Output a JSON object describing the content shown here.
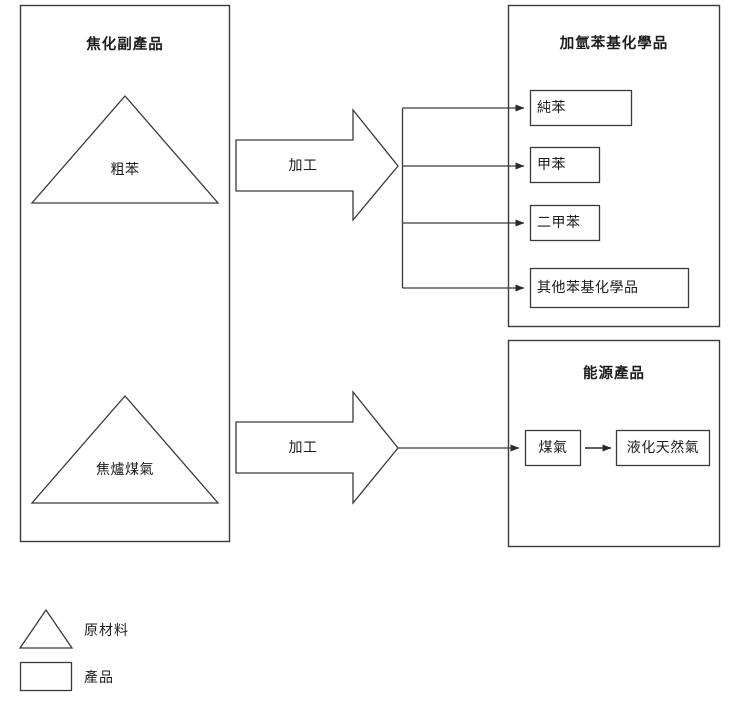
{
  "diagram": {
    "type": "process-flow",
    "language": "zh-Hant",
    "groups": [
      {
        "id": "coking-byproducts",
        "title": "焦化副產品",
        "shape": "rectangle",
        "items": [
          {
            "id": "crude-benzene",
            "label": "粗苯",
            "shape": "triangle",
            "kind": "raw-material"
          },
          {
            "id": "coke-oven-gas",
            "label": "焦爐煤氣",
            "shape": "triangle",
            "kind": "raw-material"
          }
        ]
      },
      {
        "id": "hydrogenated-benzene-chemicals",
        "title": "加氫苯基化學品",
        "shape": "rectangle",
        "items": [
          {
            "id": "pure-benzene",
            "label": "純苯",
            "shape": "rectangle",
            "kind": "product"
          },
          {
            "id": "toluene",
            "label": "甲苯",
            "shape": "rectangle",
            "kind": "product"
          },
          {
            "id": "xylene",
            "label": "二甲苯",
            "shape": "rectangle",
            "kind": "product"
          },
          {
            "id": "other-benzene-chemicals",
            "label": "其他苯基化學品",
            "shape": "rectangle",
            "kind": "product"
          }
        ]
      },
      {
        "id": "energy-products",
        "title": "能源產品",
        "shape": "rectangle",
        "items": [
          {
            "id": "coal-gas",
            "label": "煤氣",
            "shape": "rectangle",
            "kind": "product"
          },
          {
            "id": "lng",
            "label": "液化天然氣",
            "shape": "rectangle",
            "kind": "product"
          }
        ]
      }
    ],
    "process_arrows": [
      {
        "id": "process-arrow-top",
        "label": "加工",
        "from": "crude-benzene",
        "to": "hydrogenated-benzene-chemicals"
      },
      {
        "id": "process-arrow-bottom",
        "label": "加工",
        "from": "coke-oven-gas",
        "to": "energy-products"
      }
    ],
    "connectors": [
      {
        "id": "branch-to-pure-benzene",
        "to": "pure-benzene"
      },
      {
        "id": "branch-to-toluene",
        "to": "toluene"
      },
      {
        "id": "branch-to-xylene",
        "to": "xylene"
      },
      {
        "id": "branch-to-other-benzene-chemicals",
        "to": "other-benzene-chemicals"
      },
      {
        "id": "arrow-to-coal-gas",
        "to": "coal-gas"
      },
      {
        "id": "coal-gas-to-lng",
        "from": "coal-gas",
        "to": "lng"
      }
    ],
    "legend": {
      "entries": [
        {
          "id": "legend-raw-material",
          "shape": "triangle",
          "label": "原材料"
        },
        {
          "id": "legend-product",
          "shape": "rectangle",
          "label": "產品"
        }
      ]
    },
    "colors": {
      "stroke": "#3a3a3a",
      "text": "#1c1c1c",
      "background": "#ffffff"
    }
  }
}
